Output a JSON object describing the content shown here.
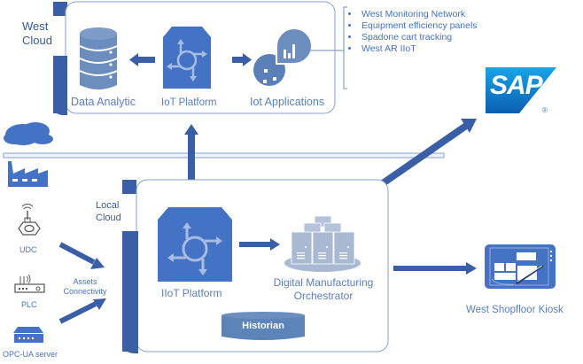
{
  "west_cloud": {
    "title_line1": "West",
    "title_line2": "Cloud",
    "components": [
      {
        "label": "Data Analytic",
        "icon": "database-icon"
      },
      {
        "label": "IoT Platform",
        "icon": "iot-hub-icon"
      },
      {
        "label": "Iot Applications",
        "icon": "analytics-app-icon"
      }
    ],
    "applications": [
      "West Monitoring Network",
      "Equipment efficiency panels",
      "Spadone cart tracking",
      "West AR IIoT"
    ]
  },
  "sap": {
    "logo_text": "SAP",
    "registered_mark": "®"
  },
  "local_cloud": {
    "title_line1": "Local",
    "title_line2": "Cloud",
    "iiot_platform_label": "IIoT Platform",
    "orchestrator_label_line1": "Digital Manufacturing",
    "orchestrator_label_line2": "Orchestrator",
    "historian_label": "Historian"
  },
  "devices": [
    {
      "label": "UDC",
      "icon": "udc-device-icon"
    },
    {
      "label": "PLC",
      "icon": "plc-router-icon"
    },
    {
      "label": "OPC-UA server",
      "icon": "opc-ua-server-icon"
    }
  ],
  "assets_connectivity": {
    "line1": "Assets",
    "line2": "Connectivity"
  },
  "kiosk": {
    "label": "West Shopfloor Kiosk"
  },
  "colors": {
    "primary_blue": "#4472c4",
    "dark_blue": "#3a5fa6",
    "steel_blue": "#6c8ebf",
    "light_steel": "#a9b9d4",
    "label_blue": "#5b7fb8",
    "sap_blue": "#0b7dcc"
  }
}
